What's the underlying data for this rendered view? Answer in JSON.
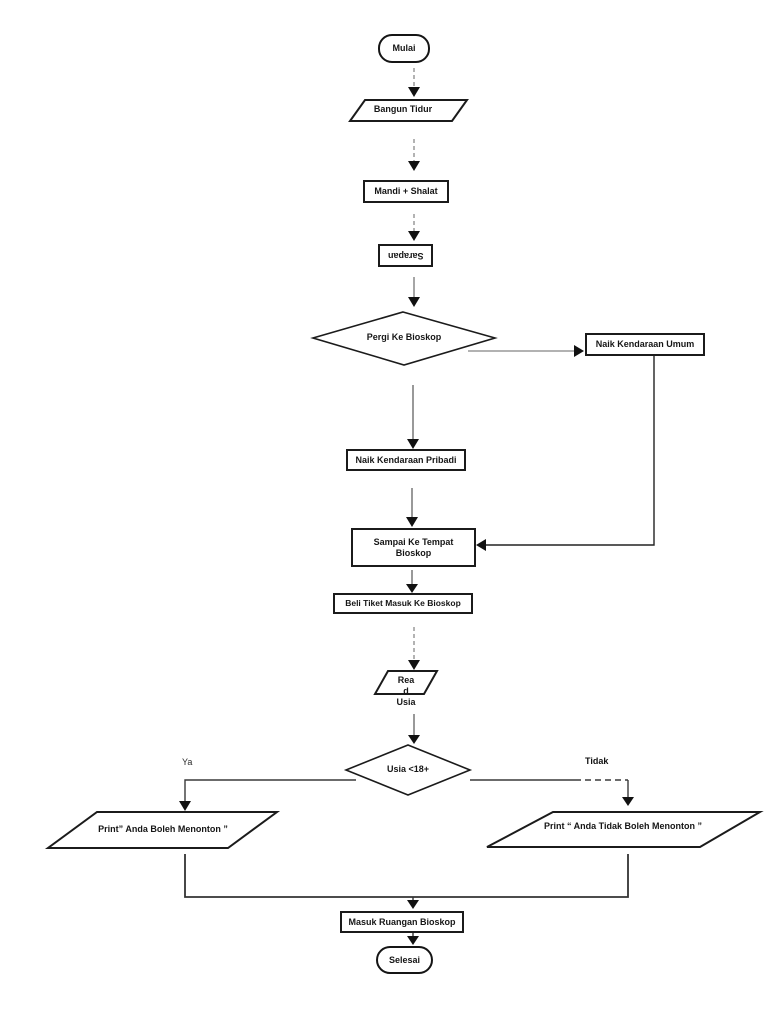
{
  "diagram": {
    "colors": {
      "background": "#ffffff",
      "line": "#1b1b1b"
    },
    "nodes": {
      "mulai": {
        "type": "terminator",
        "label": "Mulai"
      },
      "bangun_tidur": {
        "type": "input-output",
        "label": "Bangun Tidur"
      },
      "mandi_shalat": {
        "type": "process",
        "label": "Mandi + Shalat"
      },
      "sarapan": {
        "type": "process-rotated-text",
        "label": "Sarapan"
      },
      "pergi_ke_bioskop": {
        "type": "decision",
        "label": "Pergi Ke Bioskop"
      },
      "naik_kendaraan_umum": {
        "type": "process",
        "label": "Naik Kendaraan Umum"
      },
      "naik_kendaraan_pribadi": {
        "type": "process",
        "label": "Naik Kendaraan Pribadi"
      },
      "sampai_ke_tempat_bioskop": {
        "type": "process",
        "label": "Sampai Ke Tempat Bioskop"
      },
      "beli_tiket": {
        "type": "process",
        "label": "Beli Tiket Masuk Ke Bioskop"
      },
      "read_usia": {
        "type": "input-output",
        "line1": "Rea",
        "line2": "d",
        "line3": "Usia"
      },
      "usia_decision": {
        "type": "decision",
        "label": "Usia <18+"
      },
      "print_boleh": {
        "type": "input-output",
        "label": "Print” Anda Boleh Menonton ”"
      },
      "print_tidak_boleh": {
        "type": "input-output",
        "label": "Print “ Anda Tidak Boleh Menonton ”"
      },
      "masuk_ruangan": {
        "type": "process",
        "label": "Masuk Ruangan Bioskop"
      },
      "selesai": {
        "type": "terminator",
        "label": "Selesai"
      }
    },
    "edge_labels": {
      "ya": "Ya",
      "tidak": "Tidak"
    }
  }
}
